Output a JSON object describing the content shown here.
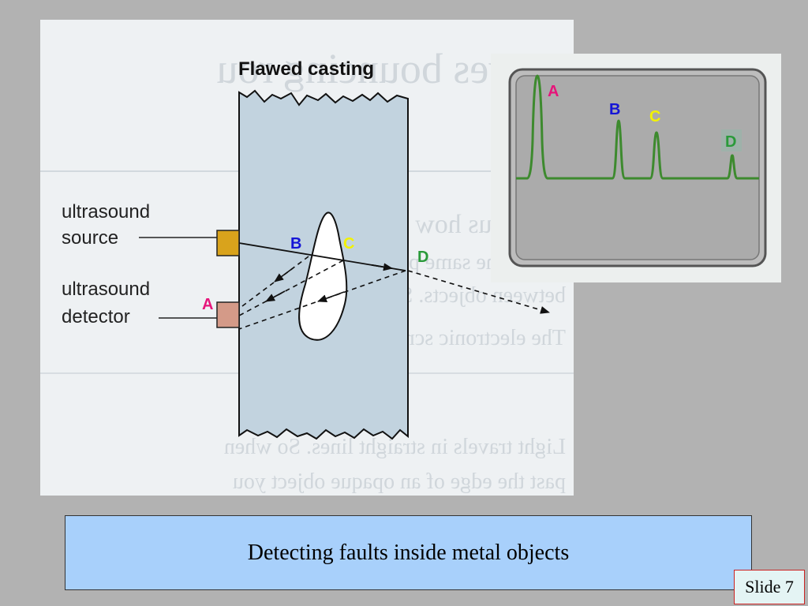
{
  "figure": {
    "title": "Flawed casting",
    "source_label_1": "ultrasound",
    "source_label_2": "source",
    "detector_label_1": "ultrasound",
    "detector_label_2": "detector",
    "letters": {
      "A": "A",
      "B": "B",
      "C": "C",
      "D": "D"
    }
  },
  "scope": {
    "letters": {
      "A": "A",
      "B": "B",
      "C": "C",
      "D": "D"
    },
    "trace_color": "#3d8a2e"
  },
  "colors": {
    "A": "#e6157a",
    "B": "#1515d6",
    "C": "#f2f200",
    "D": "#2a9a3a",
    "caption_bg": "#a8d0fb",
    "casting": "#c2d3df",
    "source_box": "#d9a31c",
    "detector_box": "#d49a88"
  },
  "caption": "Detecting faults inside metal objects",
  "slide_number": "Slide 7"
}
